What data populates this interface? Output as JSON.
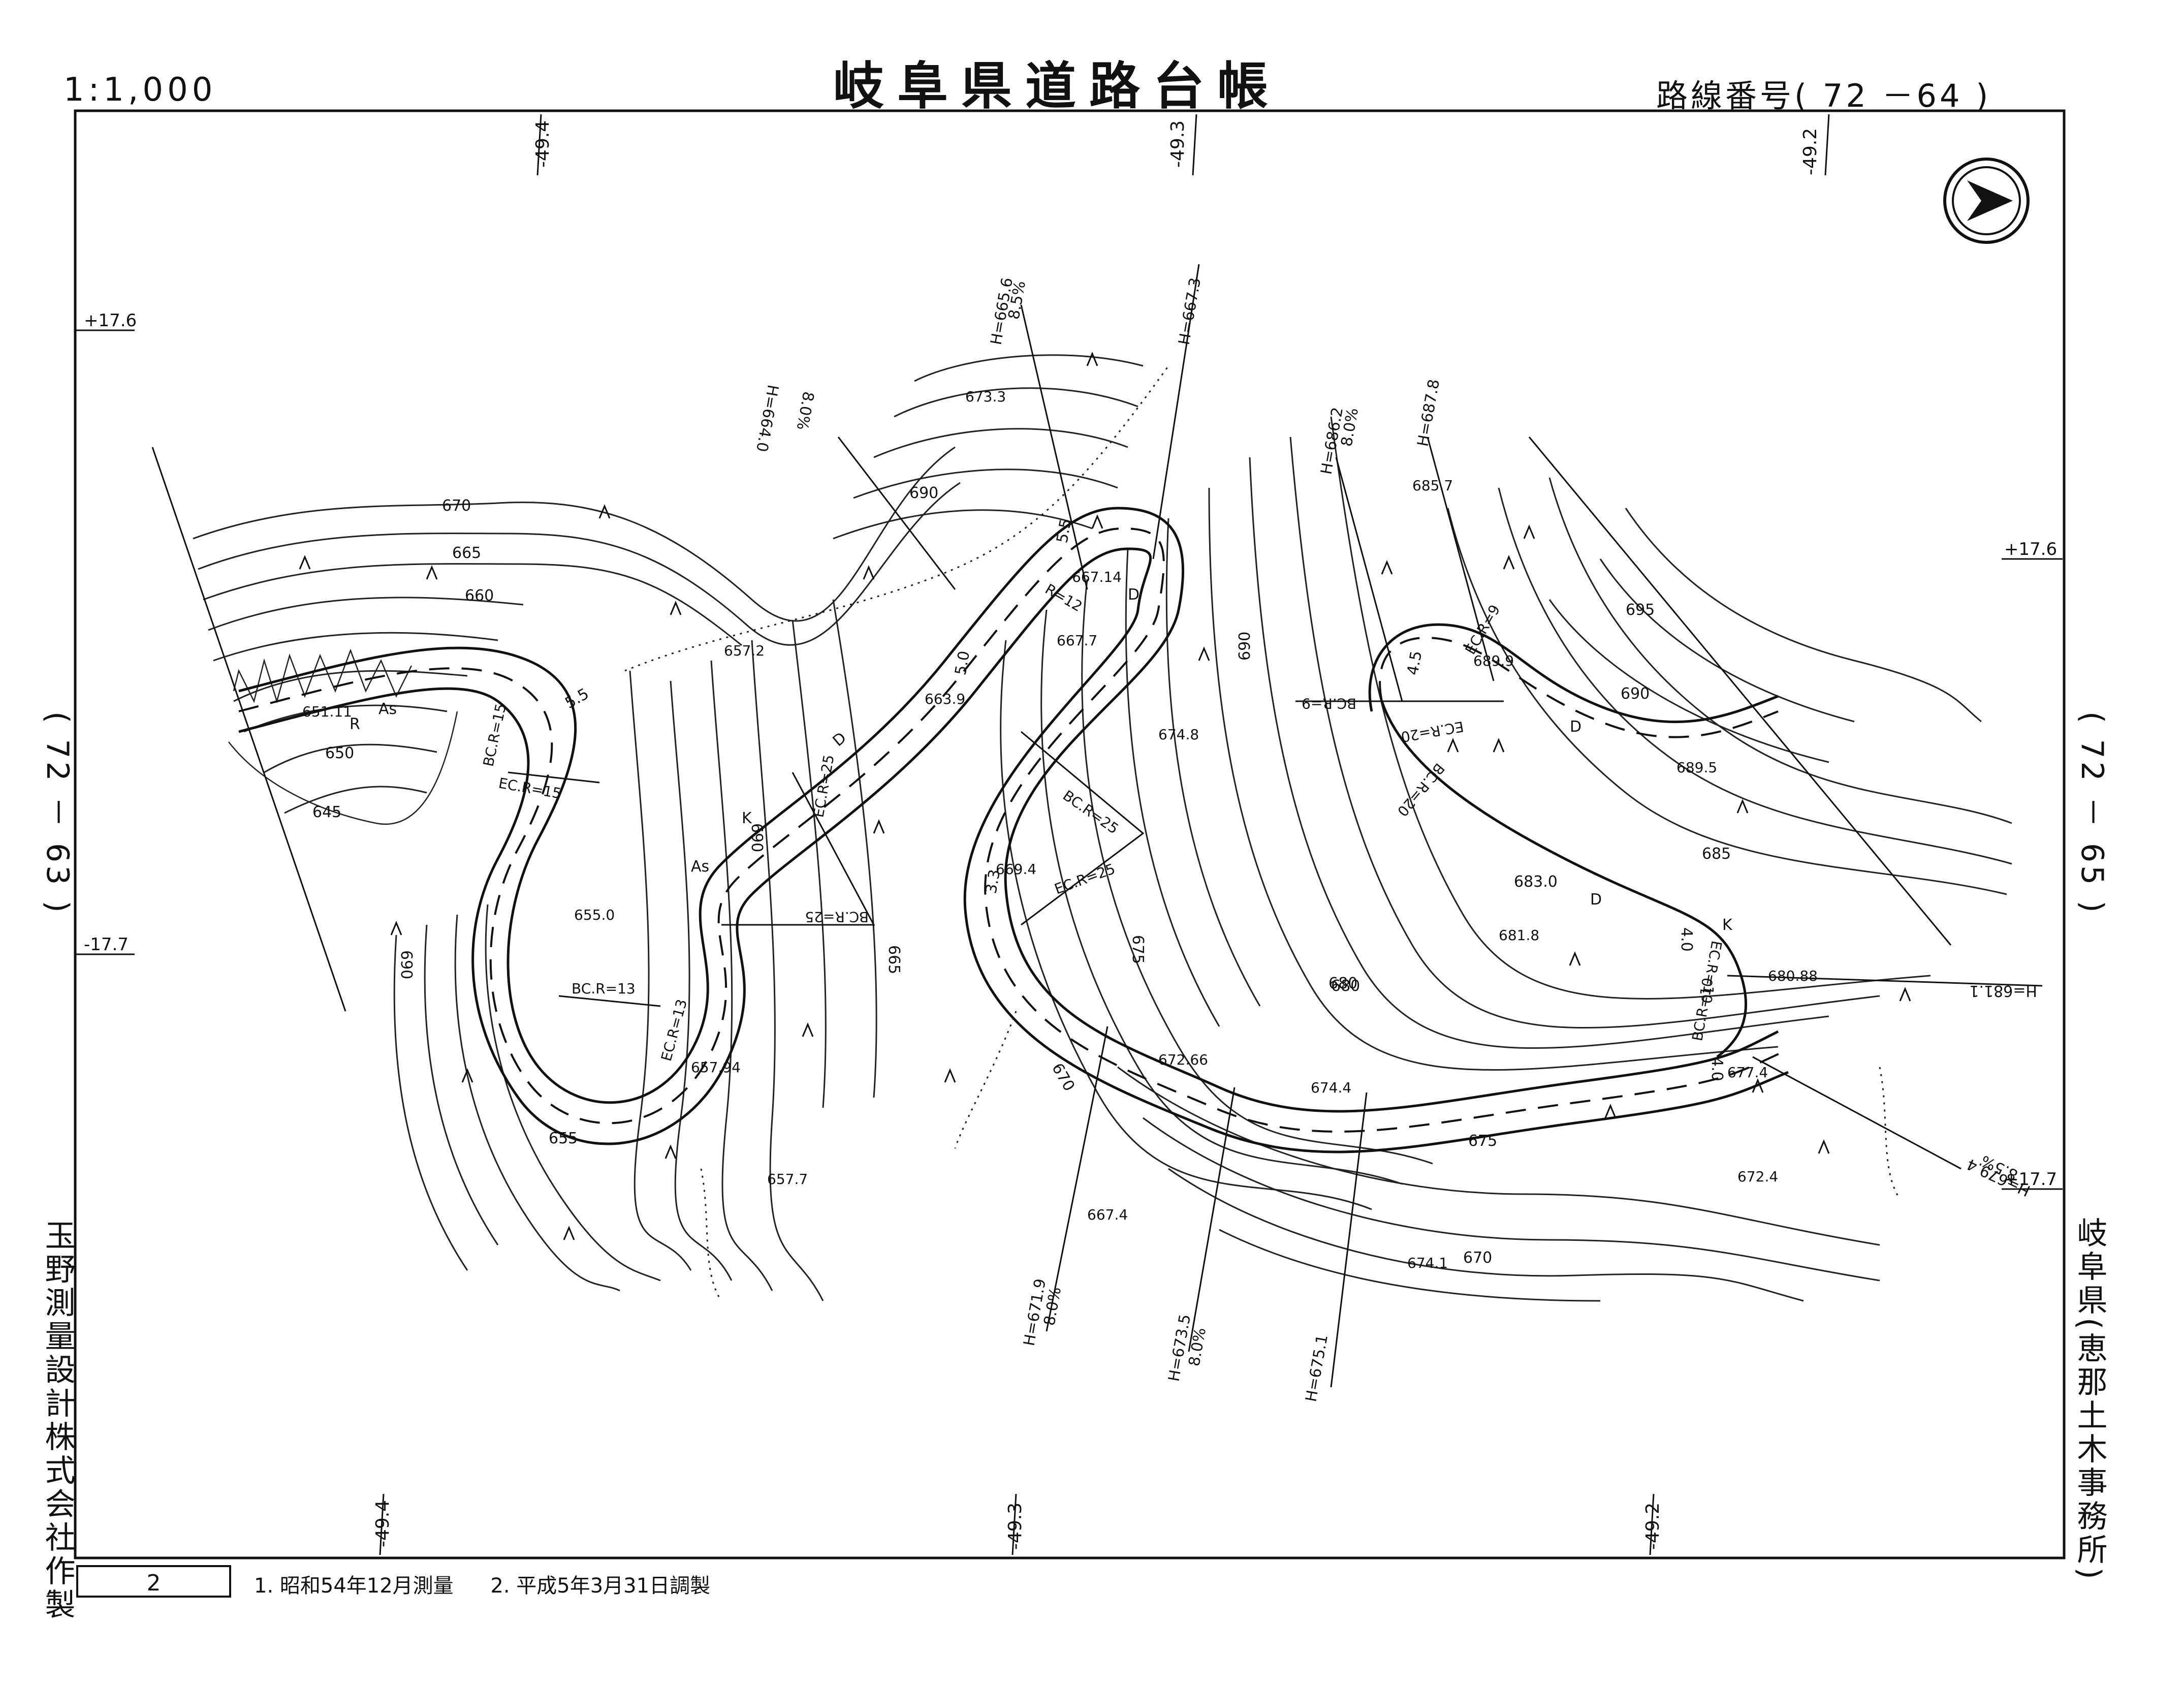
{
  "header": {
    "scale": "1:1,000",
    "title": "岐阜県道路台帳",
    "route_label": "路線番号",
    "route_number": "72 －64"
  },
  "adjacent_sheets": {
    "left": "72 － 63",
    "right": "72 － 65"
  },
  "footer": {
    "page_number": "2",
    "notes": [
      "1. 昭和54年12月測量",
      "2. 平成5年3月31日調製"
    ],
    "maker": "玉野測量設計株式会社作製",
    "office": "岐阜県(恵那土木事務所)"
  },
  "grid_labels": {
    "top": [
      "-49.4",
      "-49.3",
      "-49.2"
    ],
    "bottom": [
      "-49.4",
      "-49.3",
      "-49.2"
    ],
    "left": [
      "+17.6",
      "-17.7"
    ],
    "right": [
      "+17.6",
      "+17.7"
    ]
  },
  "map": {
    "north_arrow": "north-arrow-icon",
    "contour_labels": [
      "670",
      "665",
      "660",
      "650",
      "645",
      "690",
      "655",
      "690",
      "695",
      "690",
      "685",
      "680",
      "675",
      "670",
      "675",
      "665",
      "690",
      "680",
      "670",
      "690",
      "683.0"
    ],
    "spot_heights": [
      "673.3",
      "657.2",
      "651.11",
      "655.0",
      "657.94",
      "657.7",
      "667.14",
      "667.7",
      "663.9",
      "674.8",
      "669.4",
      "672.66",
      "674.4",
      "667.4",
      "674.1",
      "685.7",
      "689.9",
      "689.5",
      "681.8",
      "680.88",
      "677.4",
      "672.4"
    ],
    "curve_labels": [
      "BC.R=15",
      "EC.R=15",
      "BC.R=13",
      "EC.R=13",
      "BC.R=25",
      "EC.R=25",
      "R=12",
      "EC.R=9",
      "BC.R=9",
      "EC.R=20",
      "BC.R=20",
      "BC.R=25",
      "EC.R=25",
      "BC.R=10",
      "EC.R=10"
    ],
    "grade_labels": [
      "H=665.6",
      "8.5%",
      "H=667.3",
      "H=664.0",
      "8.0%",
      "H=686.2",
      "8.0%",
      "H=687.8",
      "H=681.1",
      "H=679.4",
      "8.5%",
      "H=671.9",
      "8.0%",
      "H=673.5",
      "8.0%",
      "H=675.1"
    ],
    "misc_labels": [
      "As",
      "R",
      "As",
      "K",
      "D",
      "D",
      "D",
      "K",
      "D",
      "5.5",
      "5.5",
      "4.5",
      "4.0",
      "4.0",
      "5.0",
      "3.3"
    ]
  }
}
